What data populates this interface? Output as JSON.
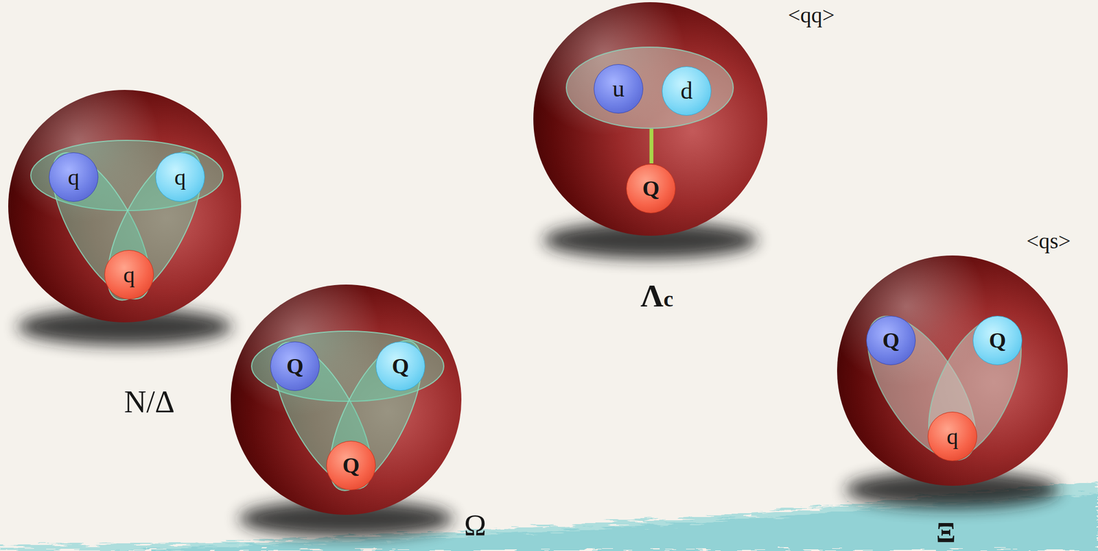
{
  "diagram": {
    "nodes": [
      {
        "text": [
          "N/Δ"
        ]
      },
      {
        "text": [
          "q"
        ],
        "in": 0
      },
      {
        "text": [
          "q"
        ],
        "in": 0
      },
      {
        "text": [
          "q"
        ],
        "in": 0
      },
      {
        "text": [
          "Λc"
        ]
      },
      {
        "text": [
          "u"
        ],
        "in": 4
      },
      {
        "text": [
          "d"
        ],
        "in": 4
      },
      {
        "text": [
          "Q"
        ],
        "in": 4
      },
      {
        "text": [
          "Ω"
        ]
      },
      {
        "text": [
          "Q"
        ],
        "in": 8
      },
      {
        "text": [
          "Q"
        ],
        "in": 8
      },
      {
        "text": [
          "Q"
        ],
        "in": 8
      },
      {
        "text": [
          "Ξ"
        ]
      },
      {
        "text": [
          "Q"
        ],
        "in": 12
      },
      {
        "text": [
          "Q"
        ],
        "in": 12
      },
      {
        "text": [
          "q"
        ],
        "in": 12
      }
    ],
    "labels": [
      "<qq>",
      "<qs>"
    ]
  }
}
